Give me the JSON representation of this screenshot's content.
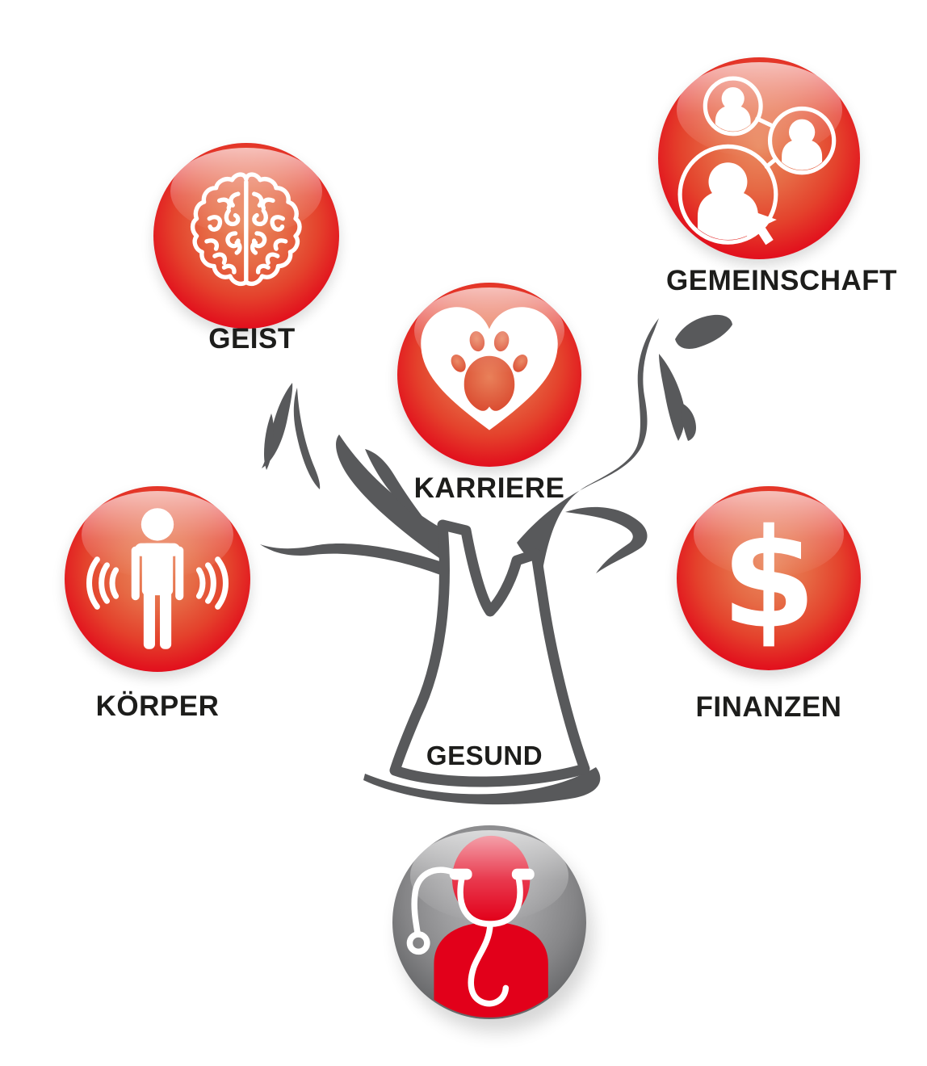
{
  "tree": {
    "trunk_label": "GESUND",
    "color": "#58595b"
  },
  "nodes": {
    "geist": {
      "label": "GEIST",
      "icon": "brain-icon"
    },
    "gemeinschaft": {
      "label": "GEMEINSCHAFT",
      "icon": "community-network-icon"
    },
    "karriere": {
      "label": "KARRIERE",
      "icon": "heart-paw-icon"
    },
    "koerper": {
      "label": "KÖRPER",
      "icon": "body-vibration-icon"
    },
    "finanzen": {
      "label": "FINANZEN",
      "icon": "dollar-sign-icon"
    }
  },
  "root": {
    "icon": "doctor-stethoscope-icon"
  },
  "colors": {
    "sphere_red": "#e2001a",
    "sphere_core_orange": "#e0694d",
    "tree_gray": "#58595b",
    "label_text": "#1d1d1b",
    "root_sphere_gray": "#6b6c6e",
    "icon_white": "#ffffff",
    "background": "#ffffff"
  }
}
